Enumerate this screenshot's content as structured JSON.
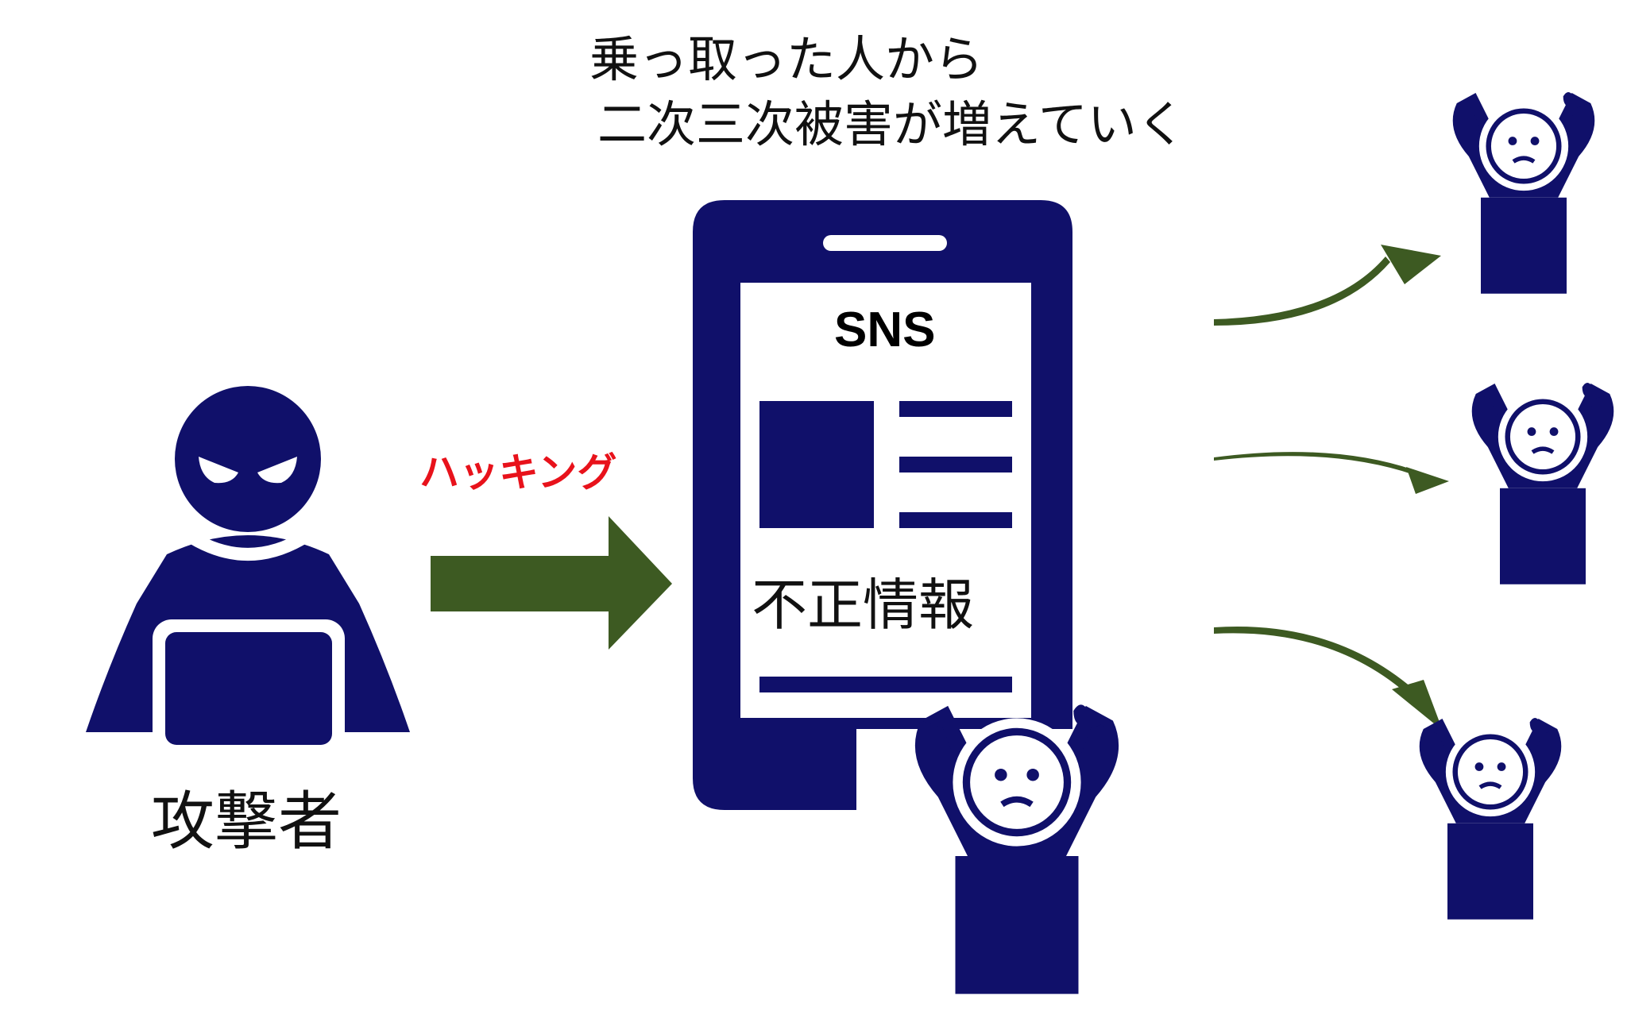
{
  "title": {
    "line1": "乗っ取った人から",
    "line2": "二次三次被害が増えていく"
  },
  "hacking_label": "ハッキング",
  "phone": {
    "app_label": "SNS",
    "content_label": "不正情報"
  },
  "attacker_label": "攻撃者",
  "icons": {
    "attacker": "hooded-hacker-with-laptop-icon",
    "phone": "smartphone-icon",
    "victim": "distressed-person-icon",
    "arrow": "right-arrow-icon"
  },
  "colors": {
    "navy": "#10106a",
    "green": "#3d5a22",
    "red": "#e8121b",
    "text": "#111111"
  }
}
